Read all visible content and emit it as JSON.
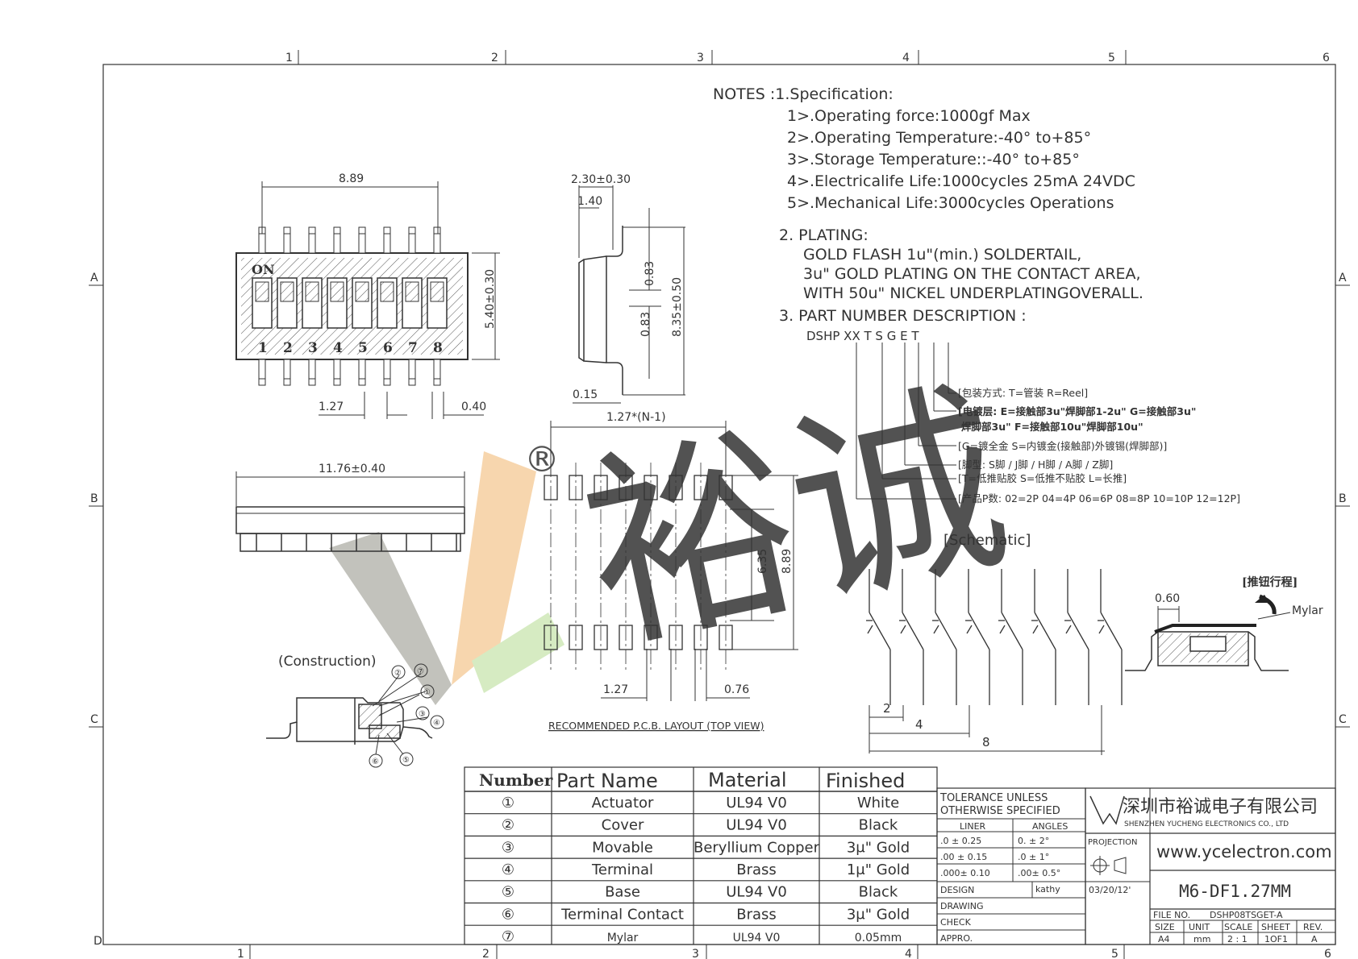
{
  "frame": {
    "col_marks": [
      "1",
      "2",
      "3",
      "4",
      "5",
      "6"
    ],
    "row_marks": [
      "A",
      "B",
      "C",
      "D"
    ]
  },
  "notes": {
    "heading": "NOTES :1.Specification:",
    "spec_items": [
      "1>.Operating  force:1000gf Max",
      "2>.Operating  Temperature:-40° to+85°",
      "3>.Storage  Temperature::-40° to+85°",
      "4>.Electricalife Life:1000cycles 25mA 24VDC",
      "5>.Mechanical Life:3000cycles Operations"
    ],
    "plating_title": "2. PLATING:",
    "plating_lines": [
      "GOLD FLASH 1u\"(min.) SOLDERTAIL,",
      "3u\" GOLD PLATING  ON THE CONTACT AREA,",
      "WITH 50u\" NICKEL UNDERPLATINGOVERALL."
    ],
    "part_title": "3. PART NUMBER DESCRIPTION :",
    "part_code": "DSHP XX  T  S G E T",
    "part_legend": [
      "[包装方式: T=管装   R=Reel]",
      "[电镀层: E=接触部3u\"焊脚部1-2u\" G=接触部3u\"",
      "焊脚部3u\" F=接触部10u\"焊脚部10u\"",
      "[G=镀全金 S=内镀金(接触部)外镀锡(焊脚部)]",
      "[脚型: S脚 / J脚 / H脚 / A脚 / Z脚]",
      "[T=低推贴胶  S=低推不贴胶  L=长推]",
      "[产品P数: 02=2P 04=4P 06=6P 08=8P 10=10P 12=12P]"
    ]
  },
  "top_view": {
    "dim_width": "8.89",
    "dim_height": "5.40±0.30",
    "dim_pitch": "1.27",
    "dim_lead": "0.40",
    "on_label": "ON",
    "pin_numbers": [
      "1",
      "2",
      "3",
      "4",
      "5",
      "6",
      "7",
      "8"
    ]
  },
  "side_view": {
    "dim_thickness": "2.30±0.30",
    "dim_step": "1.40",
    "dim_upper": "0.83",
    "dim_lower": "0.83",
    "dim_total": "8.35±0.50",
    "dim_foot": "0.15"
  },
  "front_view": {
    "dim_length": "11.76±0.40"
  },
  "pcb_layout": {
    "dim_span": "1.27*(N-1)",
    "dim_inner": "6.35",
    "dim_outer": "8.89",
    "dim_pitch": "1.27",
    "dim_pad": "0.76",
    "caption": "RECOMMENDED P.C.B. LAYOUT (TOP VIEW)"
  },
  "construction": {
    "title": "(Construction)",
    "callouts": [
      "①",
      "②",
      "③",
      "④",
      "⑤",
      "⑥",
      "⑦"
    ]
  },
  "schematic": {
    "title": "[Schematic]",
    "dim_a": "2",
    "dim_b": "4",
    "dim_c": "8"
  },
  "travel": {
    "title": "[推钮行程]",
    "dim": "0.60",
    "label": "Mylar"
  },
  "watermark": {
    "text": "裕诚",
    "reg": "®",
    "color_green": "#cfe8b8",
    "color_gray": "#b8b8b0",
    "color_orange": "#f6cfa0"
  },
  "bom": {
    "headers": [
      "Number",
      "Part Name",
      "Material",
      "Finished"
    ],
    "rows": [
      {
        "no": "①",
        "name": "Actuator",
        "material": "UL94 V0",
        "finish": "White"
      },
      {
        "no": "②",
        "name": "Cover",
        "material": "UL94 V0",
        "finish": "Black"
      },
      {
        "no": "③",
        "name": "Movable",
        "material": "Beryllium Copper",
        "finish": "3μ\" Gold"
      },
      {
        "no": "④",
        "name": "Terminal",
        "material": "Brass",
        "finish": "1μ\" Gold"
      },
      {
        "no": "⑤",
        "name": "Base",
        "material": "UL94 V0",
        "finish": "Black"
      },
      {
        "no": "⑥",
        "name": "Terminal Contact",
        "material": "Brass",
        "finish": "3μ\" Gold"
      },
      {
        "no": "⑦",
        "name": "Mylar",
        "material": "UL94  V0",
        "finish": "0.05mm"
      }
    ]
  },
  "tolerance": {
    "title1": "TOLERANCE  UNLESS",
    "title2": "OTHERWISE  SPECIFIED",
    "liner": "LINER",
    "angles": "ANGLES",
    "rows": [
      {
        "l": ".0   ±   0.25",
        "a": "0.  ±    2°"
      },
      {
        "l": ".00  ±   0.15",
        "a": ".0  ±    1°"
      },
      {
        "l": ".000±   0.10",
        "a": ".00±    0.5°"
      }
    ],
    "projection": "PROJECTION",
    "design": "DESIGN",
    "designer": "kathy",
    "date": "03/20/12'",
    "drawing": "DRAWING",
    "check": "CHECK",
    "appro": "APPRO."
  },
  "company": {
    "name_cn": "深圳市裕诚电子有限公司",
    "name_en": "SHENZHEN YUCHENG ELECTRONICS CO., LTD",
    "website": "www.ycelectron.com",
    "model": "M6-DF1.27MM",
    "file_label": "FILE  NO.",
    "file_no": "DSHP08TSGET-A",
    "size_h": "SIZE",
    "unit_h": "UNIT",
    "scale_h": "SCALE",
    "sheet_h": "SHEET",
    "rev_h": "REV.",
    "size": "A4",
    "unit": "mm",
    "scale": "2 : 1",
    "sheet": "1OF1",
    "rev": "A"
  }
}
